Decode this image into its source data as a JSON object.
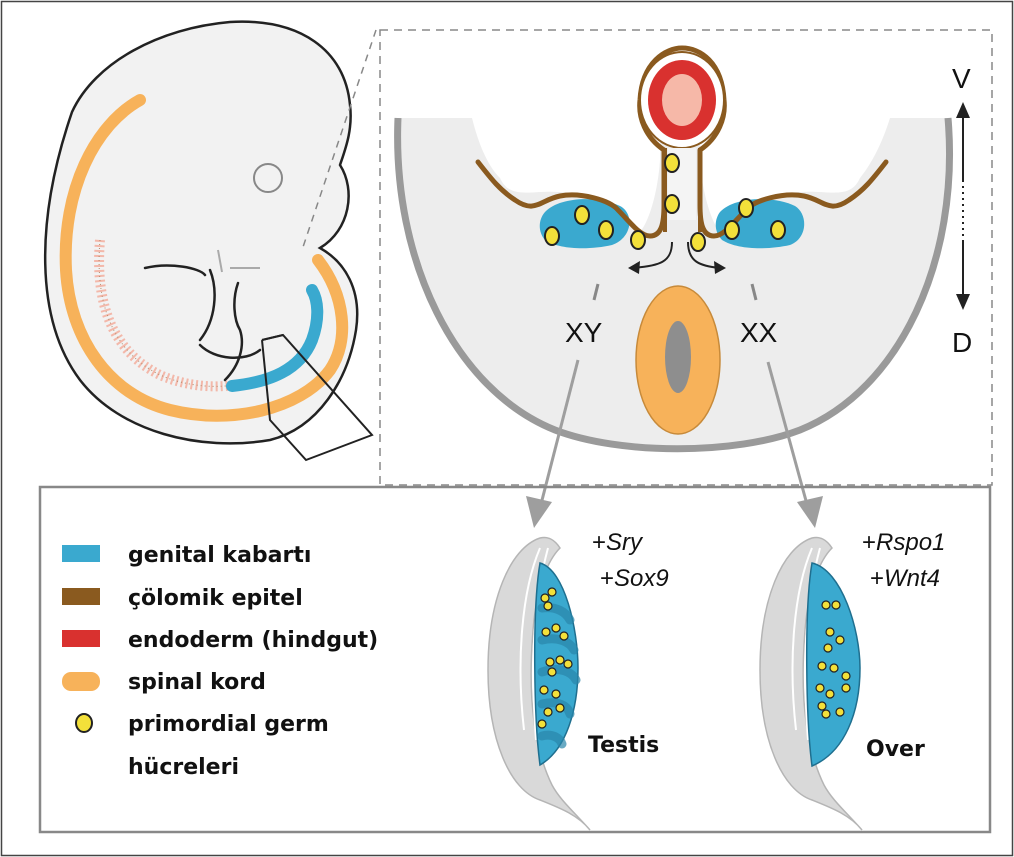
{
  "colors": {
    "genital_ridge": "#3aa9cf",
    "coelomic_epithelium": "#8a5a1f",
    "endoderm": "#d9312f",
    "endoderm_inner": "#f6b8a8",
    "spinal_cord": "#f7b25a",
    "germ_cell_fill": "#f3e03a",
    "germ_cell_stroke": "#222222",
    "body_fill": "#eeeeee",
    "body_rim": "#9a9a9a",
    "arrow_gray": "#9e9e9e"
  },
  "axis": {
    "top_label": "V",
    "bottom_label": "D"
  },
  "section": {
    "left_label": "XY",
    "right_label": "XX"
  },
  "testis": {
    "genes": [
      {
        "plus": "+",
        "name": "Sry"
      },
      {
        "plus": "+",
        "name": "Sox9"
      }
    ],
    "label": "Testis"
  },
  "ovary": {
    "genes": [
      {
        "plus": "+",
        "name": "Rspo1"
      },
      {
        "plus": "+",
        "name": "Wnt4"
      }
    ],
    "label": "Over"
  },
  "legend": [
    {
      "key": "genital",
      "icon": "swatch",
      "label": "genital kabartı"
    },
    {
      "key": "coelomic",
      "icon": "swatch",
      "label": "çölomik epitel"
    },
    {
      "key": "endoderm",
      "icon": "swatch",
      "label": "endoderm (hindgut)"
    },
    {
      "key": "spinal",
      "icon": "swatch",
      "label": "spinal kord"
    },
    {
      "key": "germ",
      "icon": "circle",
      "label": "primordial germ"
    },
    {
      "key": "germ2",
      "icon": "none",
      "label": "hücreleri"
    }
  ]
}
